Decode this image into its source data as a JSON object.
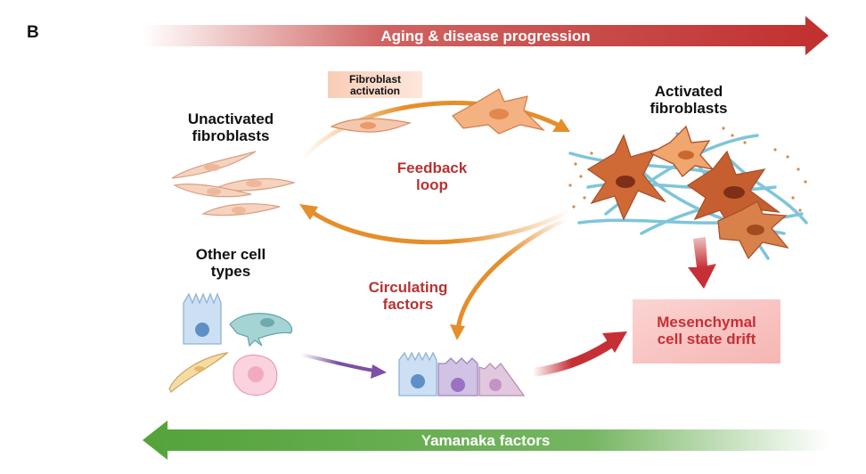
{
  "panel_label": "B",
  "top_arrow": {
    "label": "Aging & disease progression",
    "color": "#c0302e"
  },
  "bottom_arrow": {
    "label": "Yamanaka factors",
    "color": "#53a33a"
  },
  "labels": {
    "unactivated": [
      "Unactivated",
      "fibroblasts"
    ],
    "activated": [
      "Activated",
      "fibroblasts"
    ],
    "other": [
      "Other cell",
      "types"
    ],
    "feedback": [
      "Feedback",
      "loop"
    ],
    "circulating": [
      "Circulating",
      "factors"
    ],
    "activation_box": [
      "Fibroblast",
      "activation"
    ],
    "drift_box": [
      "Mesenchymal",
      "cell state drift"
    ]
  },
  "colors": {
    "orange_arrow": "#e58e2a",
    "purple_arrow": "#7d4fa6",
    "red_arrow": "#c62f35",
    "collagen": "#7ec5da",
    "fibroblast_fill": "#f6d3bf",
    "activated_fill": "#cf6a37"
  }
}
